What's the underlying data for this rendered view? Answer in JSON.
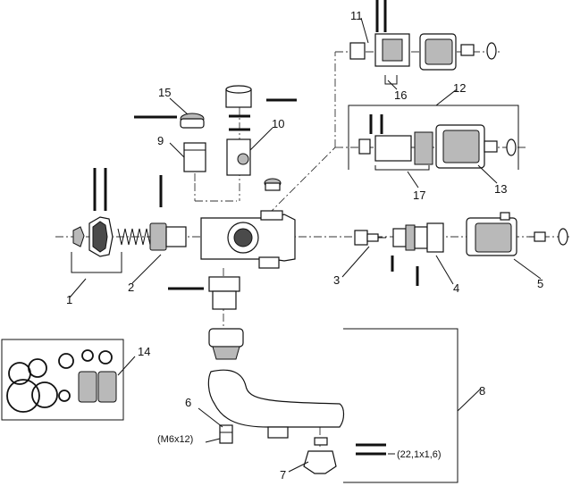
{
  "callouts": {
    "c1": "1",
    "c2": "2",
    "c3": "3",
    "c4": "4",
    "c5": "5",
    "c6": "6",
    "c7": "7",
    "c8": "8",
    "c9": "9",
    "c10": "10",
    "c11": "11",
    "c12": "12",
    "c13": "13",
    "c14": "14",
    "c15": "15",
    "c16": "16",
    "c17": "17"
  },
  "specs": {
    "screw": "(M6x12)",
    "oring": "(22,1x1,6)"
  }
}
